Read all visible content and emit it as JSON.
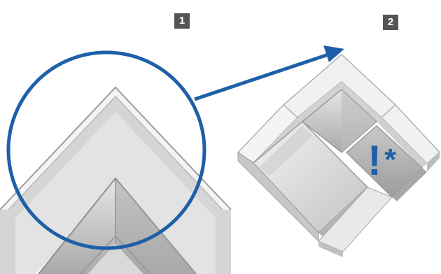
{
  "steps": [
    {
      "label": "1"
    },
    {
      "label": "2"
    }
  ],
  "warning": {
    "exclamation": "!",
    "asterisk": "*"
  },
  "colors": {
    "accent_blue": "#1f5fa8",
    "badge_bg": "#555555",
    "panel_light": "#eeeeee",
    "panel_mid": "#d8d8d8",
    "panel_dark": "#bdbdbd"
  },
  "icons": {
    "magnifier": "zoom-circle",
    "pointer": "arrow"
  }
}
